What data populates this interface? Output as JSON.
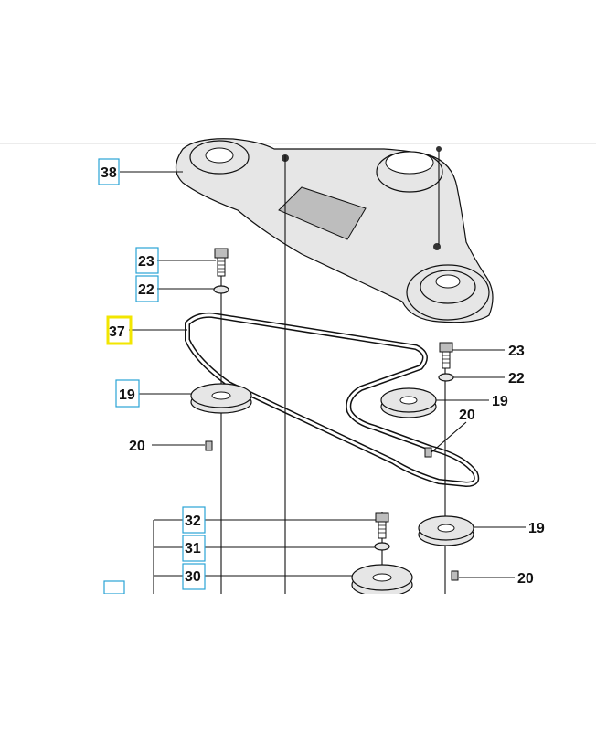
{
  "callouts": [
    {
      "id": "c38",
      "text": "38",
      "boxed": true
    },
    {
      "id": "c23a",
      "text": "23",
      "boxed": true
    },
    {
      "id": "c22a",
      "text": "22",
      "boxed": true
    },
    {
      "id": "c37",
      "text": "37",
      "boxed": true,
      "highlighted": true
    },
    {
      "id": "c19a",
      "text": "19",
      "boxed": true
    },
    {
      "id": "c20a",
      "text": "20",
      "boxed": false
    },
    {
      "id": "c23b",
      "text": "23",
      "boxed": false
    },
    {
      "id": "c22b",
      "text": "22",
      "boxed": false
    },
    {
      "id": "c19b",
      "text": "19",
      "boxed": false
    },
    {
      "id": "c20b",
      "text": "20",
      "boxed": false
    },
    {
      "id": "c32",
      "text": "32",
      "boxed": true
    },
    {
      "id": "c31",
      "text": "31",
      "boxed": true
    },
    {
      "id": "c30",
      "text": "30",
      "boxed": true
    },
    {
      "id": "c19c",
      "text": "19",
      "boxed": false
    },
    {
      "id": "c20c",
      "text": "20",
      "boxed": false
    }
  ],
  "colors": {
    "callout_box": "#2aa3d6",
    "highlight": "#f2e600",
    "part_fill": "#e6e6e6",
    "ink": "#111111"
  }
}
